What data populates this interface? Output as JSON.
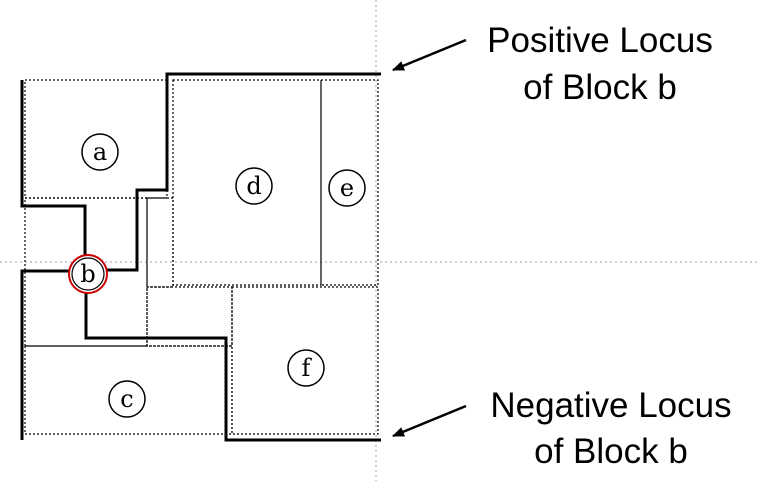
{
  "blocks": [
    {
      "id": "a",
      "label": "a"
    },
    {
      "id": "b",
      "label": "b"
    },
    {
      "id": "c",
      "label": "c"
    },
    {
      "id": "d",
      "label": "d"
    },
    {
      "id": "e",
      "label": "e"
    },
    {
      "id": "f",
      "label": "f"
    }
  ],
  "annotations": {
    "positive_line1": "Positive Locus",
    "positive_line2": "of Block b",
    "negative_line1": "Negative Locus",
    "negative_line2": "of Block b"
  },
  "colors": {
    "locus": "#000000",
    "block_outline": "#000000",
    "guide": "#a0a0a0",
    "highlight": "#cc0000"
  }
}
